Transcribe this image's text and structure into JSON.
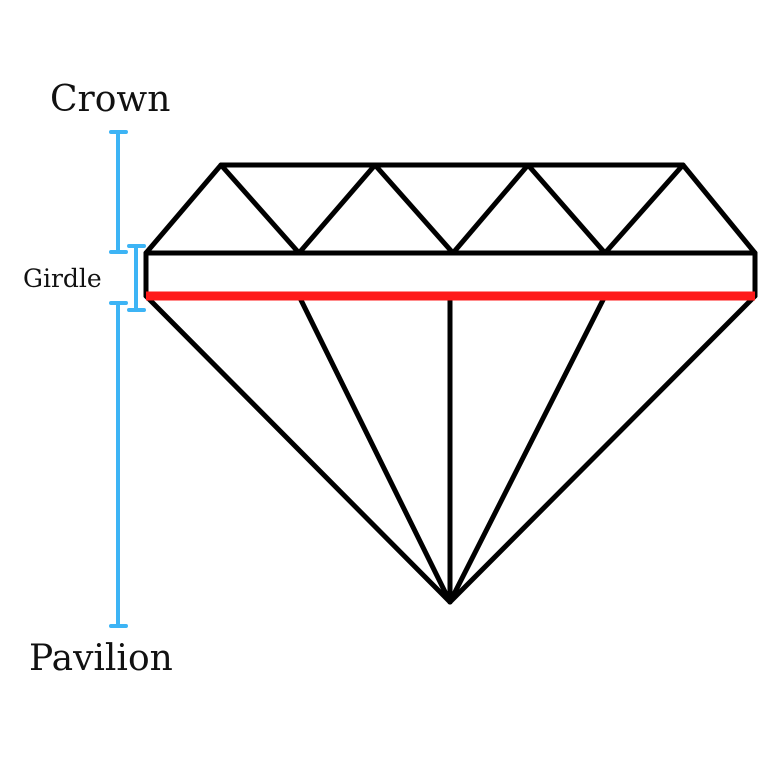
{
  "labels": {
    "crown": "Crown",
    "girdle": "Girdle",
    "pavilion": "Pavilion"
  },
  "colors": {
    "outline": "#000000",
    "girdle_edge": "#ff1a1a",
    "bracket": "#3db4f5"
  }
}
